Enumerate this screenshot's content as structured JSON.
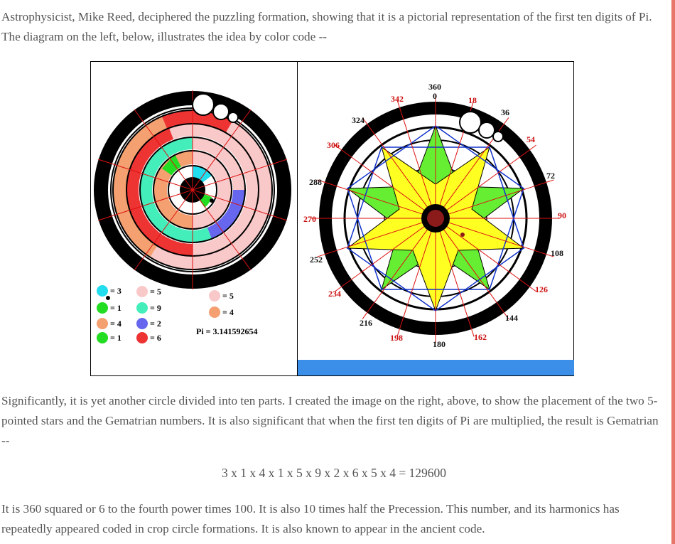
{
  "paragraphs": {
    "p1": "Astrophysicist, Mike Reed, deciphered the puzzling formation, showing that it is a pictorial representation of the first ten digits of Pi. The diagram on the left, below, illustrates the idea by color code --",
    "p2": "Significantly, it is yet another circle divided into ten parts. I created the image on the right, above, to show the placement of the two 5-pointed stars and the Gematrian numbers. It is also significant that when the first ten digits of Pi are multiplied, the result is Gematrian --",
    "p3": "It is 360 squared or 6 to the fourth power times 100. It is also 10 times half the Precession. This number, and its harmonics has repeatedly appeared coded in crop circle formations. It is also known to appear in the ancient code."
  },
  "equation": "3 x 1 x 4 x 1 x 5 x 9 x 2 x 6 x 5 x 4 = 129600",
  "figure": {
    "pi_label": "Pi = 3.141592654",
    "legend": [
      {
        "label": "= 3",
        "color": "#22ddee"
      },
      {
        "label": "= 1",
        "color": "#22dd22"
      },
      {
        "label": "= 4",
        "color": "#f4a070"
      },
      {
        "label": "= 1",
        "color": "#22dd22"
      },
      {
        "label": "= 5",
        "color": "#f9c8c8"
      },
      {
        "label": "= 9",
        "color": "#44eebb"
      },
      {
        "label": "= 2",
        "color": "#6666ee"
      },
      {
        "label": "= 6",
        "color": "#ee3333"
      },
      {
        "label": "= 5",
        "color": "#f9c8c8"
      },
      {
        "label": "= 4",
        "color": "#f4a070"
      }
    ],
    "degrees": {
      "d360": "360",
      "d0": "0",
      "d18": "18",
      "d36": "36",
      "d54": "54",
      "d72": "72",
      "d90": "90",
      "d108": "108",
      "d126": "126",
      "d144": "144",
      "d162": "162",
      "d180": "180",
      "d198": "198",
      "d216": "216",
      "d234": "234",
      "d252": "252",
      "d270": "270",
      "d288": "288",
      "d306": "306",
      "d324": "324",
      "d342": "342"
    }
  }
}
